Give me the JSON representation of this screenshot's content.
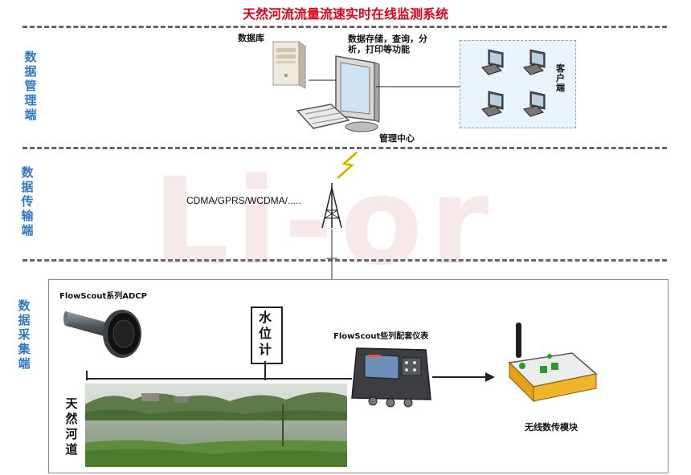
{
  "title": "天然河流流量流速实时在线监测系统",
  "watermark": "Li-or",
  "layers": {
    "management": "数据管理端",
    "transmission": "数据传输端",
    "acquisition": "数据采集端"
  },
  "management": {
    "database_label": "数据库",
    "functions_label_line1": "数据存储，查询，分",
    "functions_label_line2": "析，打印等功能",
    "center_label": "管理中心",
    "client_label": "客户端"
  },
  "transmission": {
    "protocols_label": "CDMA/GPRS/WCDMA/....."
  },
  "acquisition": {
    "adcp_label": "FlowScout系列ADCP",
    "level_gauge_label": "水位计",
    "meter_label": "FlowScout些列配套仪表",
    "wireless_module_label": "无线数传模块",
    "river_label": "天然河道"
  },
  "colors": {
    "title": "#e0001a",
    "layer_labels": "#2f78c4",
    "lightning": "#f0d000",
    "client_area": "#e8f4fa"
  }
}
